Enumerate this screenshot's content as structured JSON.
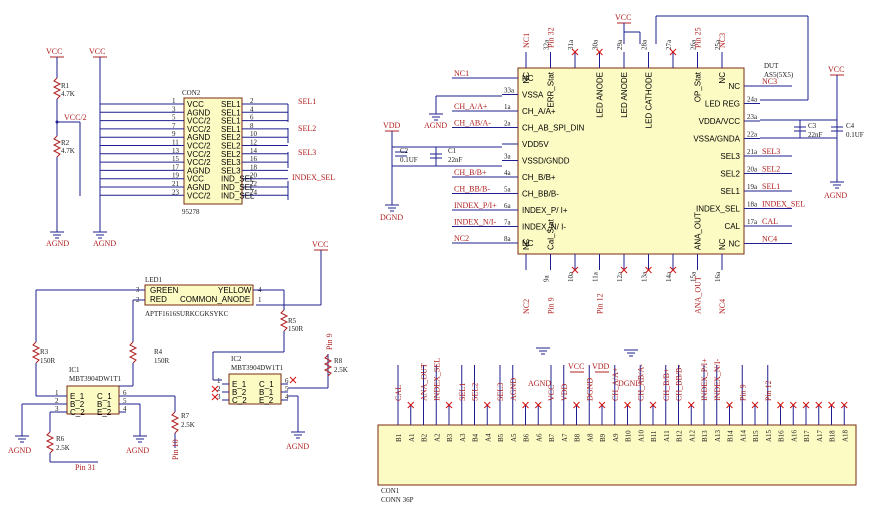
{
  "power": {
    "vcc": "VCC",
    "vdd": "VDD",
    "agnd": "AGND",
    "dgnd": "DGND"
  },
  "resistors": {
    "r1": {
      "ref": "R1",
      "val": "4.7K"
    },
    "r2": {
      "ref": "R2",
      "val": "4.7K"
    },
    "r3": {
      "ref": "R3",
      "val": "150R"
    },
    "r4": {
      "ref": "R4",
      "val": "150R"
    },
    "r5": {
      "ref": "R5",
      "val": "150R"
    },
    "r6": {
      "ref": "R6",
      "val": "2.5K"
    },
    "r7": {
      "ref": "R7",
      "val": "2.5K"
    },
    "r8": {
      "ref": "R8",
      "val": "2.5K"
    }
  },
  "capacitors": {
    "c1": {
      "ref": "C1",
      "val": "22nF"
    },
    "c2": {
      "ref": "C2",
      "val": "0.1UF"
    },
    "c3": {
      "ref": "C3",
      "val": "22nF"
    },
    "c4": {
      "ref": "C4",
      "val": "0.1UF"
    }
  },
  "con2": {
    "ref": "CON2",
    "part": "95278",
    "left_pins": [
      "1",
      "3",
      "5",
      "7",
      "9",
      "11",
      "13",
      "15",
      "17",
      "19",
      "21",
      "23"
    ],
    "right_pins": [
      "2",
      "4",
      "6",
      "8",
      "10",
      "12",
      "14",
      "16",
      "18",
      "20",
      "22",
      "24"
    ],
    "left_labels": [
      "VCC",
      "AGND",
      "VCC/2",
      "VCC/2",
      "AGND",
      "VCC/2",
      "VCC/2",
      "VCC/2",
      "AGND",
      "VCC",
      "AGND",
      "VCC/2"
    ],
    "right_labels": [
      "SEL1",
      "SEL1",
      "SEL1",
      "SEL1",
      "SEL2",
      "SEL2",
      "SEL2",
      "SEL3",
      "SEL3",
      "IND_SEL",
      "IND_SEL",
      "IND_SEL"
    ],
    "vcc2_net": "VCC/2",
    "nets": {
      "sel1": "SEL1",
      "sel2": "SEL2",
      "sel3": "SEL3",
      "index_sel": "INDEX_SEL"
    }
  },
  "led": {
    "ref": "LED1",
    "part": "APTF1616SURKCGKSYKC",
    "green": "GREEN",
    "red": "RED",
    "yellow": "YELLOW",
    "common": "COMMON_ANODE",
    "pins": [
      "3",
      "2",
      "4",
      "1"
    ]
  },
  "ic1": {
    "ref": "IC1",
    "part": "MBT3904DW1T1",
    "pins_l": [
      "E_1",
      "B_2",
      "C_2"
    ],
    "pins_r": [
      "C_1",
      "B_1",
      "E_2"
    ],
    "nums_l": [
      "1",
      "2",
      "3"
    ],
    "nums_r": [
      "6",
      "5",
      "4"
    ]
  },
  "ic2": {
    "ref": "IC2",
    "part": "MBT3904DW1T1",
    "pins_l": [
      "E_1",
      "B_2",
      "C_2"
    ],
    "pins_r": [
      "C_1",
      "B_1",
      "E_2"
    ],
    "nums_l": [
      "1",
      "2",
      "3"
    ],
    "nums_r": [
      "6",
      "5",
      "4"
    ]
  },
  "pin_nets": {
    "pin31": "Pin 31",
    "pin9": "Pin 9",
    "pin10": "Pin 10"
  },
  "dut": {
    "ref": "DUT",
    "part": "AS5(5X5)",
    "left_pins": [
      "",
      "33a",
      "1a",
      "2a",
      "",
      "3a",
      "4a",
      "5a",
      "6a",
      "7a",
      "8a",
      ""
    ],
    "left_labels": [
      "NC",
      "VSSA",
      "CH_A/A+",
      "CH_AB_SPI_DIN",
      "VDD5V",
      "VSSD/GNDD",
      "CH_B/B+",
      "CH_BB/B-",
      "INDEX_P/ I+",
      "INDEX_N/ I-",
      "NC",
      ""
    ],
    "left_nets": [
      "NC1",
      "",
      "CH_A/A+",
      "CH_AB/A-",
      "",
      "",
      "CH_B/B+",
      "CH_BB/B-",
      "INDEX_P/I+",
      "INDEX_N/I-",
      "NC2",
      ""
    ],
    "right_pins": [
      "",
      "24a",
      "23a",
      "22a",
      "21a",
      "20a",
      "19a",
      "18a",
      "17a",
      ""
    ],
    "right_labels": [
      "NC",
      "LED REG",
      "VDDA/VCC",
      "VSSA/GNDA",
      "SEL3",
      "SEL2",
      "SEL1",
      "INDEX_SEL",
      "CAL",
      "NC"
    ],
    "right_nets": [
      "NC3",
      "",
      "",
      "",
      "SEL3",
      "SEL2",
      "SEL1",
      "INDEX_SEL",
      "CAL",
      "NC4"
    ],
    "top_pins": [
      "32a",
      "31a",
      "30a",
      "29a",
      "28a",
      "27a",
      "26a",
      "25a"
    ],
    "top_labels": [
      "NC",
      "ERR_Stat",
      "",
      "LED ANODE",
      "LED ANODE",
      "LED CATHODE",
      "",
      "OP_Stat",
      "NC"
    ],
    "top_nets": [
      "NC1",
      "Pin 32",
      "",
      "",
      "",
      "",
      "",
      "Pin 25",
      "NC3"
    ],
    "bottom_pins": [
      "9a",
      "10a",
      "11a",
      "12a",
      "13a",
      "14a",
      "15a",
      "16a"
    ],
    "bottom_labels": [
      "NC",
      "Cal_Stat",
      "",
      "",
      "",
      "",
      "",
      "ANA_OUT",
      "NC"
    ],
    "bottom_nets": [
      "NC2",
      "Pin 9",
      "",
      "Pin 12",
      "",
      "",
      "",
      "ANA_OUT",
      "NC4"
    ]
  },
  "conn": {
    "ref": "CON1",
    "part": "CONN 36P",
    "pins": [
      "B1",
      "A1",
      "B2",
      "A2",
      "B3",
      "A3",
      "B4",
      "A4",
      "B5",
      "A5",
      "B6",
      "A6",
      "B7",
      "A7",
      "B8",
      "A8",
      "B9",
      "A9",
      "B10",
      "A10",
      "B11",
      "A11",
      "B12",
      "A12",
      "B13",
      "A13",
      "B14",
      "A14",
      "B15",
      "A15",
      "B16",
      "A16",
      "B17",
      "A17",
      "B18",
      "A18"
    ],
    "nets": [
      "CAL",
      "",
      "ANA_OUT",
      "INDEX_SEL",
      "",
      "SEL1",
      "SEL2",
      "",
      "SEL3",
      "AGND",
      "",
      "",
      "VCC",
      "VDD",
      "",
      "DGND",
      "",
      "CH_A/A+",
      "",
      "CH_AB/A-",
      "",
      "CH_B/B+",
      "CH_BB/B-",
      "",
      "INDEX_P/I+",
      "INDEX_N/I-",
      "",
      "Pin 9",
      "",
      "Pin 12",
      "",
      "",
      "",
      "",
      "",
      ""
    ]
  }
}
